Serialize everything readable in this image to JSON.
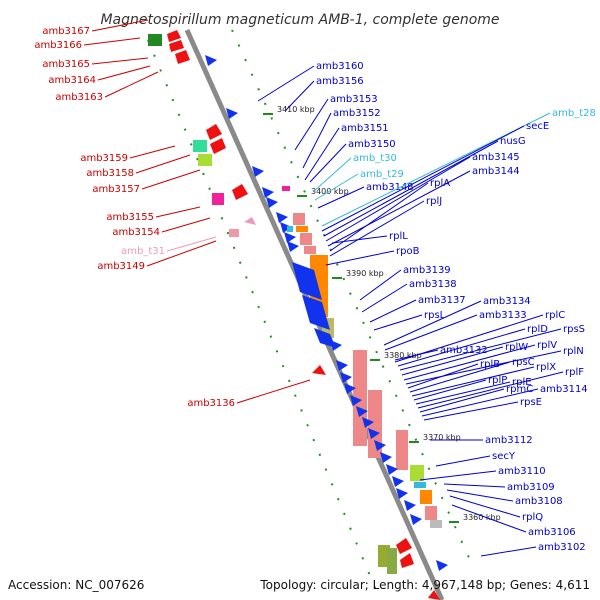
{
  "title": "Magnetospirillum magneticum AMB-1, complete genome",
  "footer": {
    "accession": "Accession: NC_007626",
    "topology": "Topology: circular; Length: 4,967,148 bp; Genes: 4,611"
  },
  "colors": {
    "left_labels": "#cc0000",
    "right_labels": "#0000cc",
    "trna_labels": "#33bbdd",
    "trna_left_label": "#ee99bb",
    "ruler": "#888888",
    "ticks": "#228822"
  },
  "kbp_marks": [
    "3410 kbp",
    "3400 kbp",
    "3390 kbp",
    "3380 kbp",
    "3370 kbp",
    "3360 kbp"
  ],
  "left_labels": [
    "amb3167",
    "amb3166",
    "amb3165",
    "amb3164",
    "amb3163",
    "amb3159",
    "amb3158",
    "amb3157",
    "amb3155",
    "amb3154",
    "amb_t31",
    "amb3149",
    "amb3136"
  ],
  "right_labels": [
    "amb3160",
    "amb3156",
    "amb3153",
    "amb3152",
    "amb3151",
    "amb3150",
    "amb_t30",
    "amb_t29",
    "amb3148",
    "amb_t28",
    "secE",
    "nusG",
    "amb3145",
    "amb3144",
    "rplA",
    "rplJ",
    "rplL",
    "rpoB",
    "amb3139",
    "amb3138",
    "amb3137",
    "rpsL",
    "amb3134",
    "amb3133",
    "rplC",
    "rplD",
    "rpsS",
    "amb3132",
    "rplW",
    "rplV",
    "rplN",
    "rplB",
    "rpsC",
    "rplX",
    "rplP",
    "rplE",
    "rplF",
    "rpmC",
    "amb3114",
    "rpsE",
    "amb3112",
    "secY",
    "amb3110",
    "amb3109",
    "amb3108",
    "rplQ",
    "amb3106",
    "amb3102"
  ]
}
